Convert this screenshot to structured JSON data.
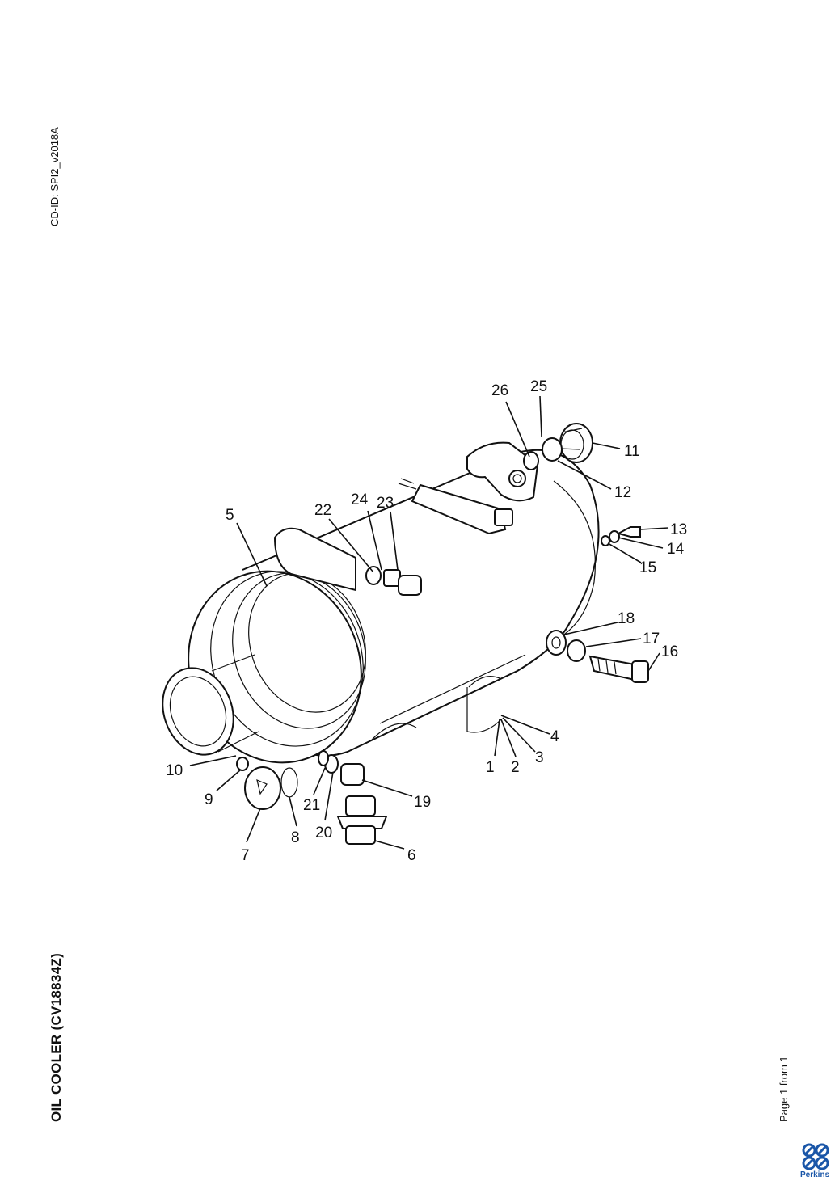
{
  "header": {
    "cd_id": "CD-ID: SPI2_v2018A"
  },
  "title": "OIL COOLER (CV18834Z)",
  "footer": {
    "page": "Page 1 from 1",
    "brand": "Perkins"
  },
  "callouts": [
    "1",
    "2",
    "3",
    "4",
    "5",
    "6",
    "7",
    "8",
    "9",
    "10",
    "11",
    "12",
    "13",
    "14",
    "15",
    "16",
    "17",
    "18",
    "19",
    "20",
    "21",
    "22",
    "23",
    "24",
    "25",
    "26"
  ]
}
